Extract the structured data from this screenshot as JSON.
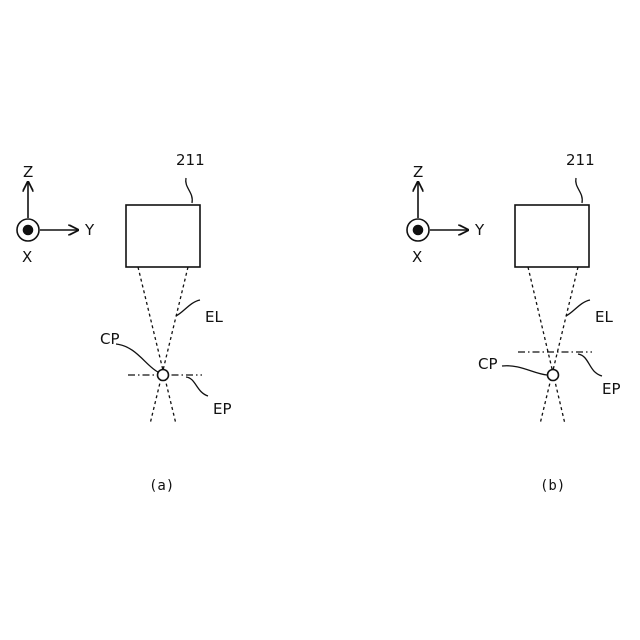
{
  "axes": {
    "z": "Z",
    "y": "Y",
    "x": "X"
  },
  "panels": [
    {
      "caption": "(a)",
      "component": "211",
      "beam": "EL",
      "point": "CP",
      "plane": "EP"
    },
    {
      "caption": "(b)",
      "component": "211",
      "beam": "EL",
      "point": "CP",
      "plane": "EP"
    }
  ],
  "colors": {
    "line": "#111111",
    "background": "#ffffff"
  }
}
